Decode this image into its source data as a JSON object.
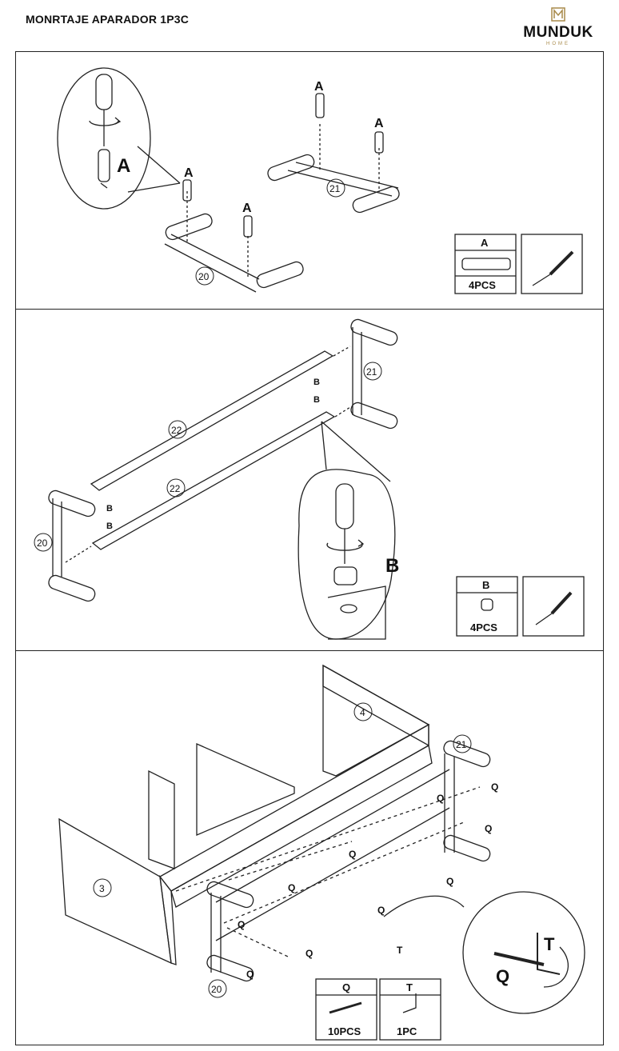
{
  "header": {
    "title": "MONRTAJE APARADOR 1P3C",
    "brand": "MUNDUK",
    "brand_sub": "HOME",
    "brand_color": "#a88a4a"
  },
  "step1": {
    "callouts": [
      "A",
      "A",
      "A",
      "A",
      "A"
    ],
    "parts": [
      "20",
      "21"
    ],
    "legend": {
      "code": "A",
      "qty": "4PCS"
    },
    "tool_icon": "screwdriver-icon"
  },
  "step2": {
    "parts": [
      "21",
      "22",
      "22",
      "20"
    ],
    "callouts": [
      "B",
      "B",
      "B",
      "B",
      "B"
    ],
    "legend": {
      "code": "B",
      "qty": "4PCS"
    },
    "tool_icon": "screwdriver-icon"
  },
  "step3": {
    "parts": [
      "4",
      "21",
      "3",
      "20"
    ],
    "callouts": [
      "Q",
      "Q",
      "Q",
      "Q",
      "Q",
      "Q",
      "Q",
      "Q",
      "Q",
      "Q",
      "T",
      "T",
      "Q"
    ],
    "legend_q": {
      "code": "Q",
      "qty": "10PCS"
    },
    "legend_t": {
      "code": "T",
      "qty": "1PC"
    }
  }
}
